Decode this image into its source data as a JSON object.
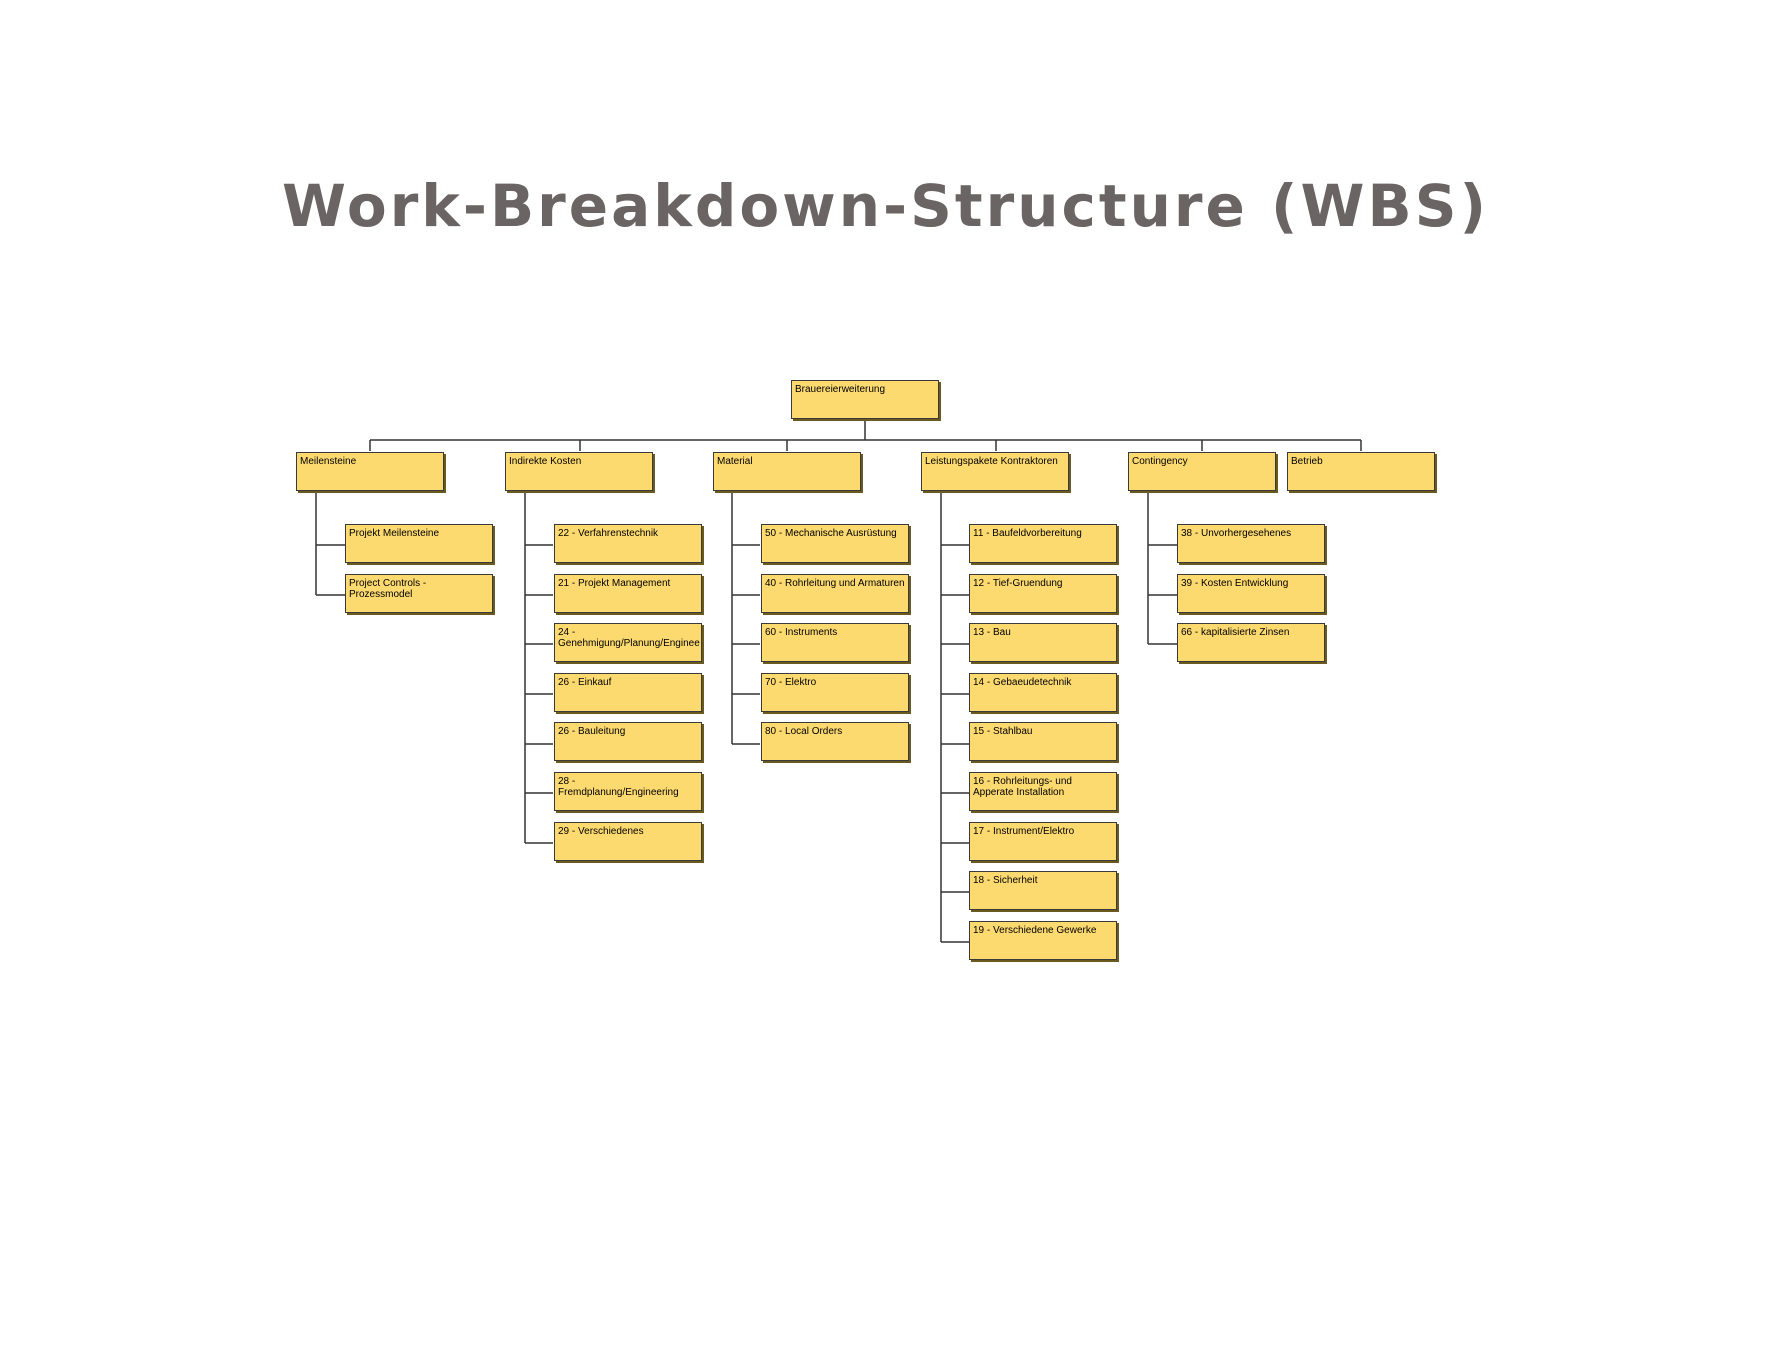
{
  "title": "Work-Breakdown-Structure (WBS)",
  "root": {
    "label": "Brauereierweiterung"
  },
  "branches": [
    {
      "label": "Meilensteine",
      "children": [
        "Projekt Meilensteine",
        "Project Controls - Prozessmodel"
      ]
    },
    {
      "label": "Indirekte Kosten",
      "children": [
        "22 - Verfahrenstechnik",
        "21 - Projekt Management",
        "24 - Genehmigung/Planung/Enginee",
        "26 - Einkauf",
        "26 - Bauleitung",
        "28 - Fremdplanung/Engineering",
        "29 - Verschiedenes"
      ]
    },
    {
      "label": "Material",
      "children": [
        "50 - Mechanische Ausrüstung",
        "40 - Rohrleitung und Armaturen",
        "60 - Instruments",
        "70 - Elektro",
        "80 - Local Orders"
      ]
    },
    {
      "label": "Leistungspakete Kontraktoren",
      "children": [
        "11 - Baufeldvorbereitung",
        "12 - Tief-Gruendung",
        "13 - Bau",
        "14 - Gebaeudetechnik",
        "15 - Stahlbau",
        "16 - Rohrleitungs- und Apperate Installation",
        "17 - Instrument/Elektro",
        "18 - Sicherheit",
        "19 - Verschiedene Gewerke"
      ]
    },
    {
      "label": "Contingency",
      "children": [
        "38 - Unvorhergesehenes",
        "39 - Kosten Entwicklung",
        "66 - kapitalisierte Zinsen"
      ]
    },
    {
      "label": "Betrieb",
      "children": []
    }
  ],
  "colors": {
    "box_fill": "#fdda70",
    "title": "#6b6464",
    "line": "#333333"
  }
}
